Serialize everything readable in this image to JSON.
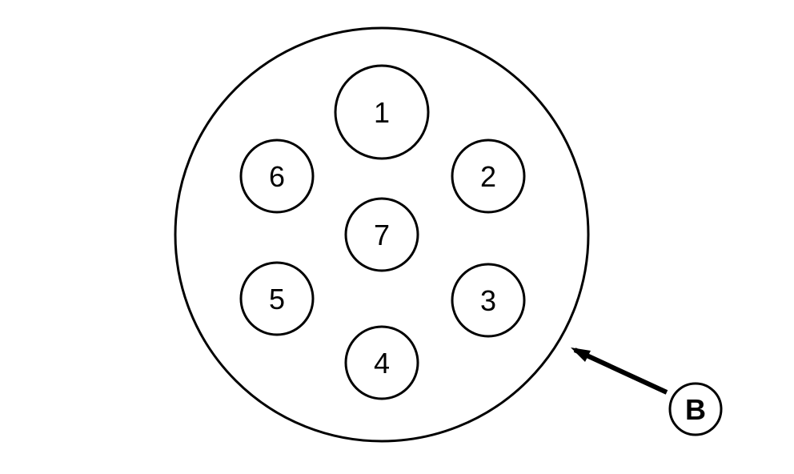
{
  "connector": {
    "pins": [
      {
        "label": "1"
      },
      {
        "label": "2"
      },
      {
        "label": "3"
      },
      {
        "label": "4"
      },
      {
        "label": "5"
      },
      {
        "label": "6"
      },
      {
        "label": "7"
      }
    ]
  },
  "callout": {
    "label": "B"
  },
  "colors": {
    "stroke": "#000000",
    "background": "#ffffff"
  }
}
